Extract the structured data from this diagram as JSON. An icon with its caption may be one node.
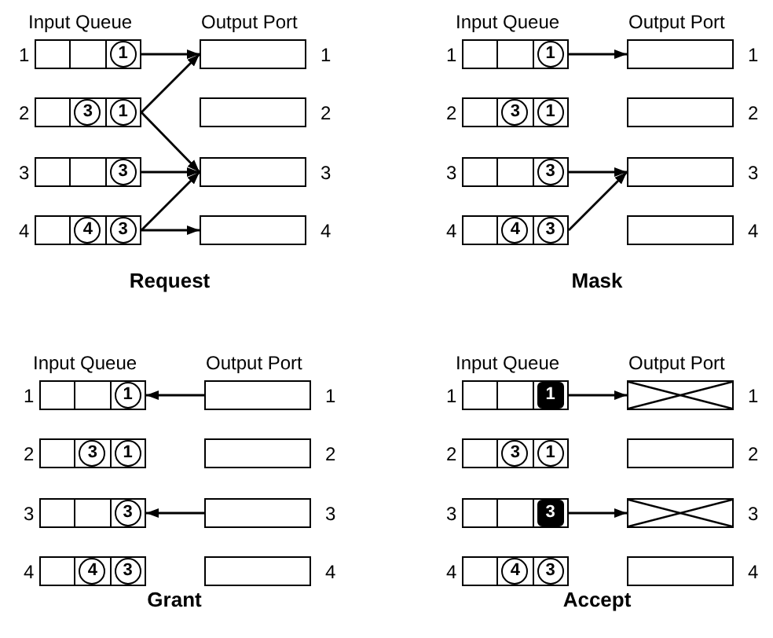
{
  "diagram": {
    "nodes": [
      {
        "text": [
          "1"
        ],
        "beside": [
          "1"
        ]
      },
      {
        "text": [],
        "shape": "box",
        "beside": [
          "1"
        ]
      },
      {
        "text": [
          "3",
          "1"
        ],
        "beside": [
          "2"
        ]
      },
      {
        "text": [],
        "shape": "box",
        "beside": [
          "2"
        ]
      },
      {
        "text": [
          "3"
        ],
        "beside": [
          "3"
        ]
      },
      {
        "text": [],
        "shape": "box",
        "beside": [
          "3"
        ]
      },
      {
        "text": [
          "4",
          "3"
        ],
        "beside": [
          "4"
        ]
      },
      {
        "text": [],
        "shape": "box",
        "beside": [
          "4"
        ]
      },
      {
        "text": [
          "1"
        ],
        "beside": [
          "1"
        ]
      },
      {
        "text": [],
        "shape": "box",
        "beside": [
          "1"
        ]
      },
      {
        "text": [
          "3",
          "1"
        ],
        "beside": [
          "2"
        ]
      },
      {
        "text": [],
        "shape": "box",
        "beside": [
          "2"
        ]
      },
      {
        "text": [
          "3"
        ],
        "beside": [
          "3"
        ]
      },
      {
        "text": [],
        "shape": "box",
        "beside": [
          "3"
        ]
      },
      {
        "text": [
          "4",
          "3"
        ],
        "beside": [
          "4"
        ]
      },
      {
        "text": [],
        "shape": "box",
        "beside": [
          "4"
        ]
      },
      {
        "text": [
          "1"
        ],
        "beside": [
          "1"
        ]
      },
      {
        "text": [],
        "shape": "box",
        "beside": [
          "1"
        ]
      },
      {
        "text": [
          "3",
          "1"
        ],
        "beside": [
          "2"
        ]
      },
      {
        "text": [],
        "shape": "box",
        "beside": [
          "2"
        ]
      },
      {
        "text": [
          "3"
        ],
        "beside": [
          "3"
        ]
      },
      {
        "text": [],
        "shape": "box",
        "beside": [
          "3"
        ]
      },
      {
        "text": [
          "4",
          "3"
        ],
        "beside": [
          "4"
        ]
      },
      {
        "text": [],
        "shape": "box",
        "beside": [
          "4"
        ]
      },
      {
        "text": [
          "1"
        ],
        "beside": [
          "1"
        ]
      },
      {
        "text": [],
        "shape": "box",
        "beside": [
          "1"
        ]
      },
      {
        "text": [
          "3",
          "1"
        ],
        "beside": [
          "2"
        ]
      },
      {
        "text": [],
        "shape": "box",
        "beside": [
          "2"
        ]
      },
      {
        "text": [
          "3"
        ],
        "beside": [
          "3"
        ]
      },
      {
        "text": [],
        "shape": "box",
        "beside": [
          "3"
        ]
      },
      {
        "text": [
          "4",
          "3"
        ],
        "beside": [
          "4"
        ]
      },
      {
        "text": [],
        "shape": "box",
        "beside": [
          "4"
        ]
      }
    ],
    "edges": [
      {
        "from": 0,
        "to": 1,
        "arrow": "to"
      },
      {
        "from": 2,
        "to": 1,
        "arrow": "to"
      },
      {
        "from": 2,
        "to": 5,
        "arrow": "to"
      },
      {
        "from": 4,
        "to": 5,
        "arrow": "to"
      },
      {
        "from": 6,
        "to": 5,
        "arrow": "to"
      },
      {
        "from": 6,
        "to": 7,
        "arrow": "to"
      },
      {
        "from": 8,
        "to": 9,
        "arrow": "to"
      },
      {
        "from": 12,
        "to": 13,
        "arrow": "to"
      },
      {
        "from": 14,
        "to": 13,
        "arrow": "to"
      },
      {
        "from": 17,
        "to": 16,
        "arrow": "to"
      },
      {
        "from": 21,
        "to": 20,
        "arrow": "to"
      },
      {
        "from": 24,
        "to": 25,
        "arrow": "to"
      },
      {
        "from": 28,
        "to": 29,
        "arrow": "to"
      }
    ],
    "labels": [
      "Input Queue",
      "Output Port",
      "Input Queue",
      "Output Port",
      "Request",
      "Mask",
      "Input Queue",
      "Output Port",
      "Input Queue",
      "Output Port",
      "Grant",
      "Accept"
    ]
  }
}
